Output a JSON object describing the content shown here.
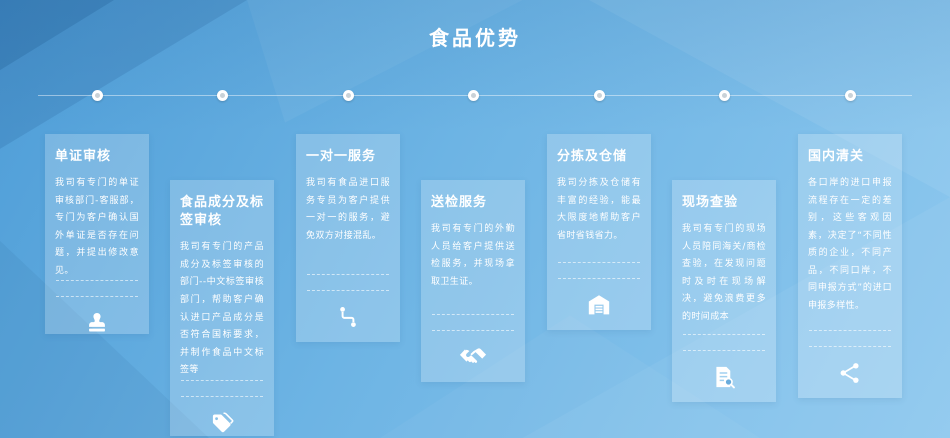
{
  "page": {
    "title": "食品优势"
  },
  "theme": {
    "background_from": "#4e9dd7",
    "background_to": "#8fc9ef",
    "card_background": "rgba(255,255,255,0.22)",
    "text_color": "#ffffff"
  },
  "timeline": {
    "dot_count": 7
  },
  "cards": [
    {
      "title": "单证审核",
      "body": "我司有专门的单证审核部门-客服部，专门为客户确认国外单证是否存在问题，并提出修改意见。",
      "icon": "stamp-icon"
    },
    {
      "title": "食品成分及标签审核",
      "body": "我司有专门的产品成分及标签审核的部门--中文标签审核部门，帮助客户确认进口产品成分是否符合国标要求，并制作食品中文标签等",
      "icon": "tags-icon"
    },
    {
      "title": "一对一服务",
      "body": "我司有食品进口服务专员为客户提供一对一的服务，避免双方对接混乱。",
      "icon": "one-to-one-icon"
    },
    {
      "title": "送检服务",
      "body": "我司有专门的外勤人员给客户提供送检服务，并现场拿取卫生证。",
      "icon": "handshake-icon"
    },
    {
      "title": "分拣及仓储",
      "body": "我司分拣及仓储有丰富的经验，能最大限度地帮助客户省时省钱省力。",
      "icon": "warehouse-icon"
    },
    {
      "title": "现场查验",
      "body": "我司有专门的现场人员陪同海关/商检查验，在发现问题时及时在现场解决，避免浪费更多的时间成本",
      "icon": "inspection-icon"
    },
    {
      "title": "国内清关",
      "body": "各口岸的进口申报流程存在一定的差别，这些客观因素，决定了“不同性质的企业，不同产品，不同口岸，不同申报方式”的进口申报多样性。",
      "icon": "share-network-icon"
    }
  ]
}
